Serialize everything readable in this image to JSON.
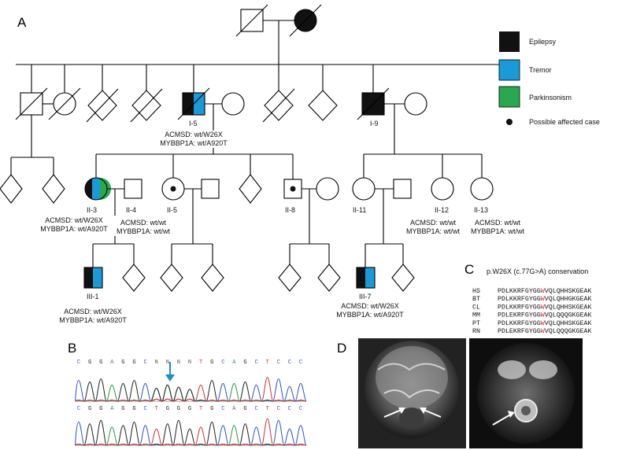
{
  "panels": {
    "a": "A",
    "b": "B",
    "c": "C",
    "d": "D"
  },
  "legend": {
    "epilepsy": "Epilepsy",
    "tremor": "Tremor",
    "parkinsonism": "Parkinsonism",
    "possible": "Possible affected case",
    "colors": {
      "epilepsy": "#111111",
      "tremor": "#1a9ad6",
      "parkinsonism": "#2aa84f"
    }
  },
  "individuals": {
    "I5": "I-5",
    "I9": "I-9",
    "II3": "II-3",
    "II4": "II-4",
    "II5": "II-5",
    "II8": "II-8",
    "II11": "II-11",
    "II12": "II-12",
    "II13": "II-13",
    "III1": "III-1",
    "III7": "III-7"
  },
  "genotypes": {
    "I5_a": "ACMSD: wt/W26X",
    "I5_b": "MYBBP1A: wt/A920T",
    "II3_a": "ACMSD: wt/W26X",
    "II3_b": "MYBBP1A: wt/A920T",
    "II4_a": "ACMSD: wt/wt",
    "II4_b": "MYBBP1A: wt/wt",
    "II12_a": "ACMSD: wt/wt",
    "II12_b": "MYBBP1A: wt/wt",
    "II13_a": "ACMSD: wt/wt",
    "II13_b": "MYBBP1A: wt/wt",
    "III1_a": "ACMSD: wt/W26X",
    "III1_b": "MYBBP1A: wt/A920T",
    "III7_a": "ACMSD: wt/W26X",
    "III7_b": "MYBBP1A: wt/A920T"
  },
  "conservation": {
    "title": "p.W26X (c.77G>A) conservation",
    "highlight_color": "#d0262f",
    "rows": [
      {
        "species": "HS",
        "pre": "PDLKKRFGYGG",
        "mut": "W",
        "post": "VQLQHHSKGEAK"
      },
      {
        "species": "BT",
        "pre": "PDLKKRFGYGG",
        "mut": "W",
        "post": "VQLQHHGKGEAK"
      },
      {
        "species": "CL",
        "pre": "PDLKKRFGYGG",
        "mut": "W",
        "post": "VQLQHHSKGEAK"
      },
      {
        "species": "MM",
        "pre": "PDLEKRFGYGG",
        "mut": "W",
        "post": "VQLQQQGKGEAK"
      },
      {
        "species": "PT",
        "pre": "PDLKKRFGYGG",
        "mut": "W",
        "post": "VQLQHHSKGEAK"
      },
      {
        "species": "RN",
        "pre": "PDLEKRFGYGG",
        "mut": "W",
        "post": "VQLQQQGKGEAK"
      }
    ]
  },
  "chromatogram": {
    "top_bases": [
      "C",
      "G",
      "G",
      "A",
      "G",
      "G",
      "C",
      "N",
      "N",
      "N",
      "N",
      "T",
      "G",
      "C",
      "A",
      "G",
      "C",
      "T",
      "C",
      "C",
      "C"
    ],
    "bottom_bases": [
      "C",
      "G",
      "G",
      "A",
      "G",
      "G",
      "C",
      "T",
      "G",
      "G",
      "G",
      "T",
      "G",
      "C",
      "A",
      "G",
      "C",
      "T",
      "C",
      "C",
      "C"
    ],
    "arrow_color": "#1a8fc8"
  }
}
